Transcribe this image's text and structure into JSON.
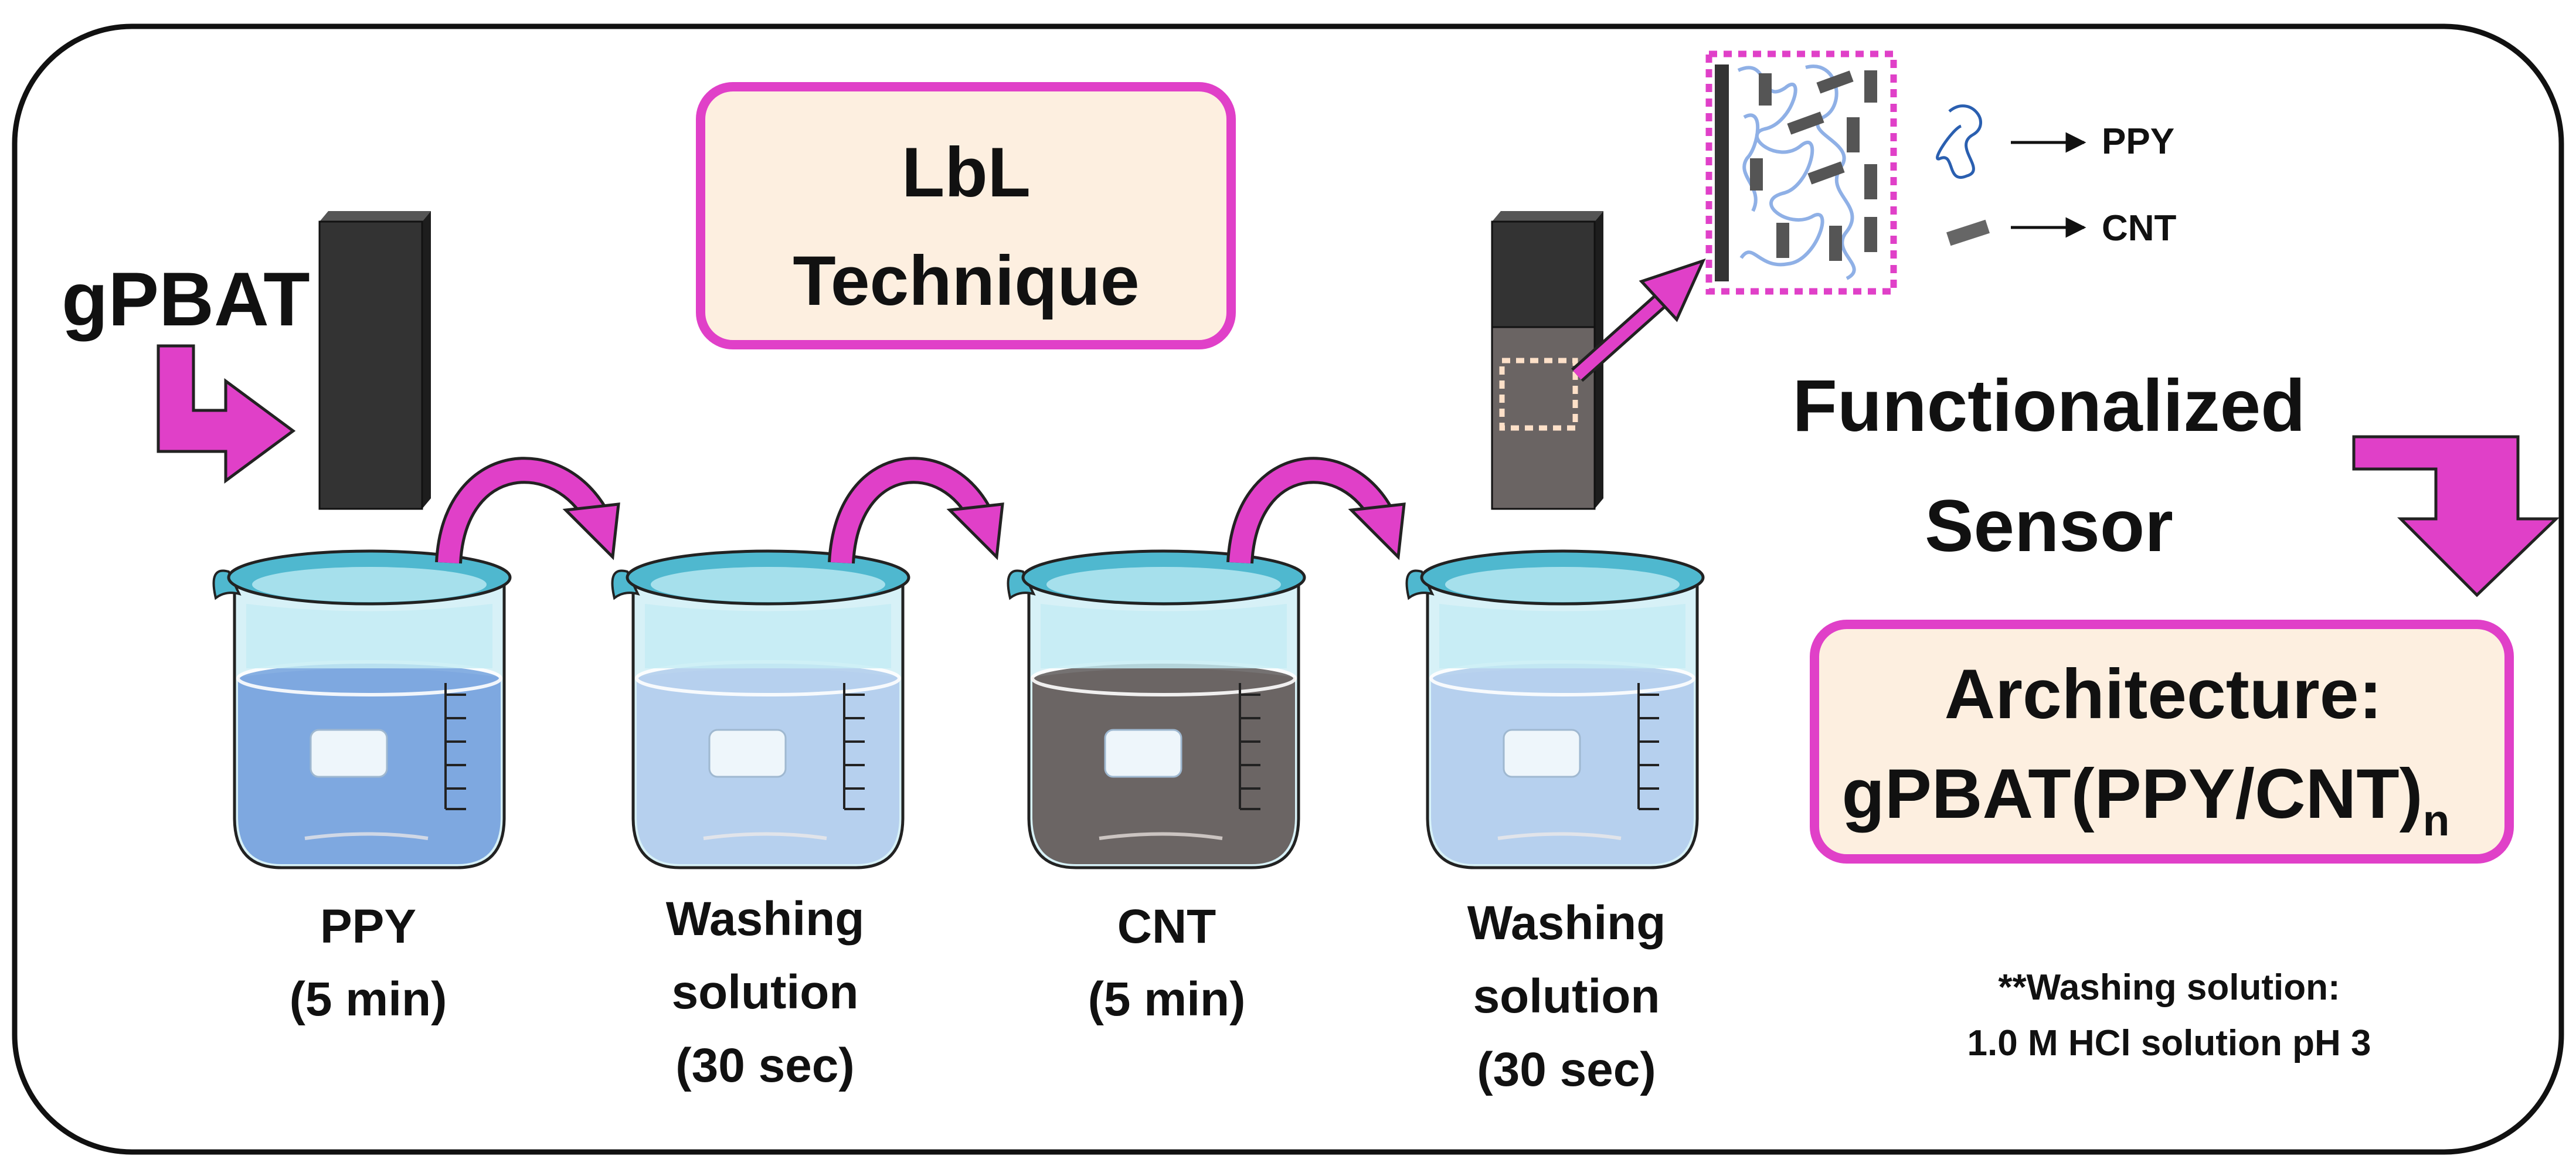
{
  "title": {
    "line1": "LbL",
    "line2": "Technique"
  },
  "substrate_label": "gPBAT",
  "legend": {
    "ppy": "PPY",
    "cnt": "CNT"
  },
  "result": {
    "line1": "Functionalized",
    "line2": "Sensor"
  },
  "architecture": {
    "line1": "Architecture:",
    "formula": "gPBAT(PPY/CNT)",
    "subscript": "n"
  },
  "steps": [
    {
      "line1": "PPY",
      "line2": "(5 min)",
      "line3": ""
    },
    {
      "line1": "Washing",
      "line2": "solution",
      "line3": "(30 sec)"
    },
    {
      "line1": "CNT",
      "line2": "(5 min)",
      "line3": ""
    },
    {
      "line1": "Washing",
      "line2": "solution",
      "line3": "(30 sec)"
    }
  ],
  "note": {
    "line1": "**Washing solution:",
    "line2": "1.0 M HCl solution pH 3"
  },
  "colors": {
    "accent_magenta": "#e040c8",
    "box_fill": "#fdefe0",
    "ppy_liquid": "#7ea8e0",
    "wash_liquid": "#b6d0ee",
    "cnt_liquid": "#6b6564",
    "substrate": "#333333",
    "ppy_chain": "#2a5fb0"
  }
}
